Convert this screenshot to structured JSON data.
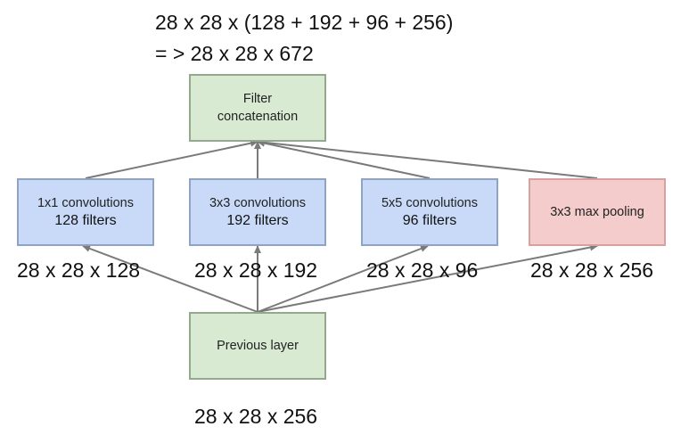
{
  "formula": {
    "line1": "28 x 28 x (128 + 192 + 96 + 256)",
    "line2": "= > 28 x 28 x 672"
  },
  "nodes": {
    "filter_concat": {
      "line1": "Filter",
      "line2": "concatenation"
    },
    "conv1x1": {
      "label": "1x1 convolutions",
      "filters": "128 filters"
    },
    "conv3x3": {
      "label": "3x3 convolutions",
      "filters": "192 filters"
    },
    "conv5x5": {
      "label": "5x5 convolutions",
      "filters": "96 filters"
    },
    "maxpool": {
      "label": "3x3 max pooling"
    },
    "previous": {
      "label": "Previous layer"
    }
  },
  "dims": {
    "conv1x1": "28 x 28 x 128",
    "conv3x3": "28 x 28 x 192",
    "conv5x5": "28 x 28 x 96",
    "maxpool": "28 x 28 x 256",
    "previous": "28 x 28 x 256"
  },
  "colors": {
    "green_fill": "#d9ead3",
    "blue_fill": "#c9daf8",
    "red_fill": "#f4cccc",
    "arrow": "#7a7a7a"
  }
}
